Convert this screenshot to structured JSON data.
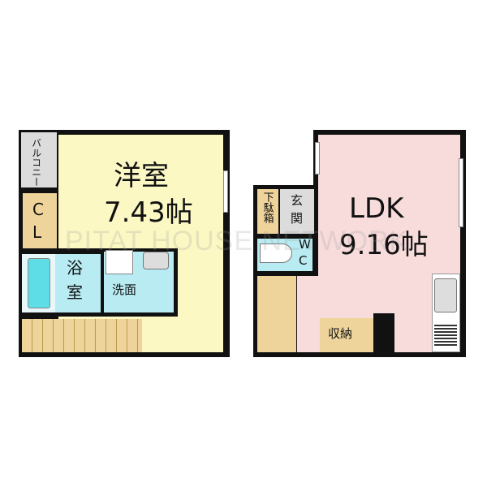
{
  "left_unit": {
    "main_room": {
      "name": "洋室",
      "size": "7.43帖"
    },
    "balcony": "バルコニー",
    "closet": [
      "C",
      "L"
    ],
    "bath": [
      "浴",
      "室"
    ],
    "washroom": "洗面"
  },
  "right_unit": {
    "ldk": {
      "name": "LDK",
      "size": "9.16帖"
    },
    "shoe_box": "下駄箱",
    "entrance": [
      "玄",
      "関"
    ],
    "toilet": [
      "W",
      "C"
    ],
    "storage": "収納"
  },
  "watermark": "PITAT HOUSE NETWORK"
}
